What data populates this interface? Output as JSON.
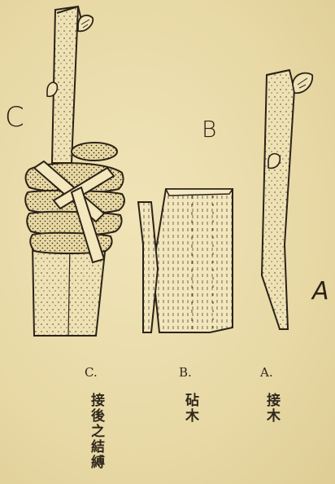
{
  "figure": {
    "handwritten_labels": {
      "c": "C",
      "b": "B",
      "a": "A"
    },
    "captions": [
      {
        "letter": "C.",
        "text": "接後之結縛"
      },
      {
        "letter": "B.",
        "text": "砧木"
      },
      {
        "letter": "A.",
        "text": "接木"
      }
    ]
  }
}
